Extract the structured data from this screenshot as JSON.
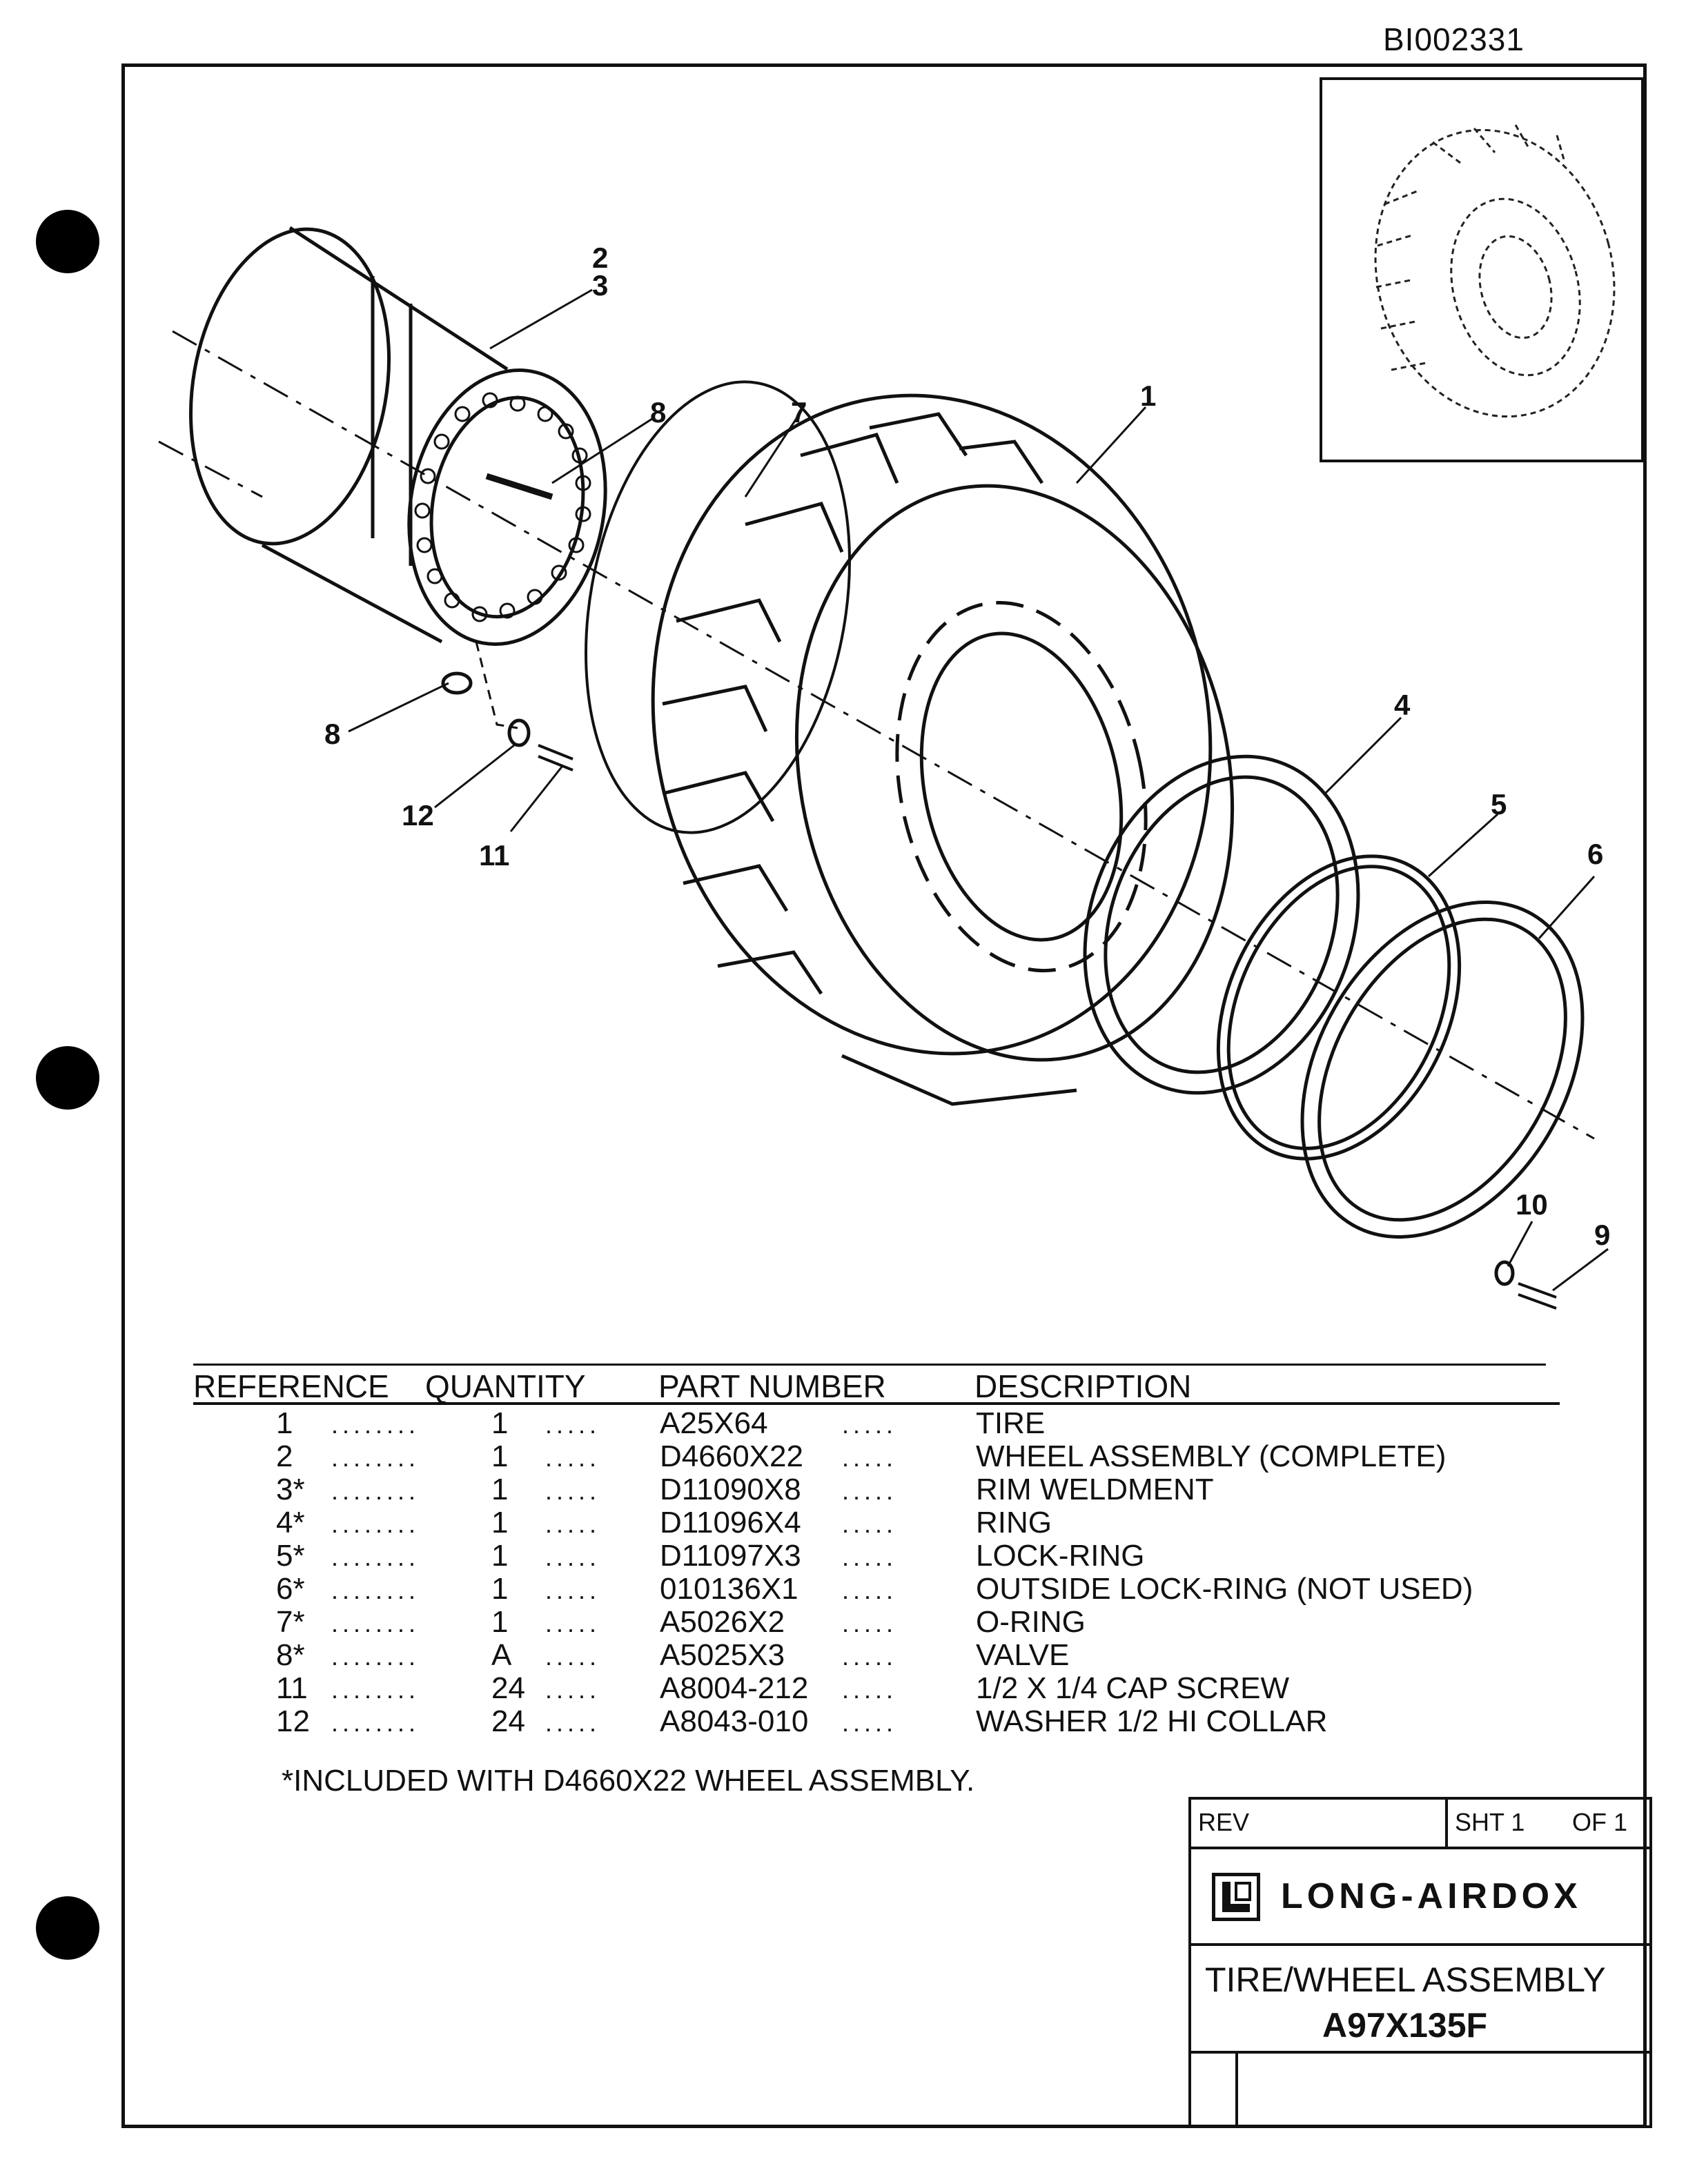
{
  "doc_id": "BI002331",
  "callouts": {
    "c1": "1",
    "c2": "2",
    "c3": "3",
    "c4": "4",
    "c5": "5",
    "c6": "6",
    "c7": "7",
    "c8a": "8",
    "c8b": "8",
    "c9": "9",
    "c10": "10",
    "c11": "11",
    "c12": "12"
  },
  "table": {
    "headers": [
      "REFERENCE",
      "QUANTITY",
      "PART NUMBER",
      "DESCRIPTION"
    ],
    "rows": [
      {
        "ref": "1",
        "qty": "1",
        "part": "A25X64",
        "desc": "TIRE"
      },
      {
        "ref": "2",
        "qty": "1",
        "part": "D4660X22",
        "desc": "WHEEL ASSEMBLY (COMPLETE)"
      },
      {
        "ref": "3*",
        "qty": "1",
        "part": "D11090X8",
        "desc": "RIM WELDMENT"
      },
      {
        "ref": "4*",
        "qty": "1",
        "part": "D11096X4",
        "desc": "RING"
      },
      {
        "ref": "5*",
        "qty": "1",
        "part": "D11097X3",
        "desc": "LOCK-RING"
      },
      {
        "ref": "6*",
        "qty": "1",
        "part": "010136X1",
        "desc": "OUTSIDE LOCK-RING (NOT USED)"
      },
      {
        "ref": "7*",
        "qty": "1",
        "part": "A5026X2",
        "desc": "O-RING"
      },
      {
        "ref": "8*",
        "qty": "A",
        "part": "A5025X3",
        "desc": "VALVE"
      },
      {
        "ref": "11",
        "qty": "24",
        "part": "A8004-212",
        "desc": "1/2 X 1/4 CAP SCREW"
      },
      {
        "ref": "12",
        "qty": "24",
        "part": "A8043-010",
        "desc": "WASHER 1/2 HI COLLAR"
      }
    ],
    "dots_a": "........",
    "dots_b": "....."
  },
  "note": "*INCLUDED WITH D4660X22 WHEEL ASSEMBLY.",
  "title_block": {
    "rev_label": "REV",
    "sht_label": "SHT 1",
    "of_label": "OF 1",
    "company": "LONG-AIRDOX",
    "title": "TIRE/WHEEL ASSEMBLY",
    "drawing_number": "A97X135F"
  }
}
